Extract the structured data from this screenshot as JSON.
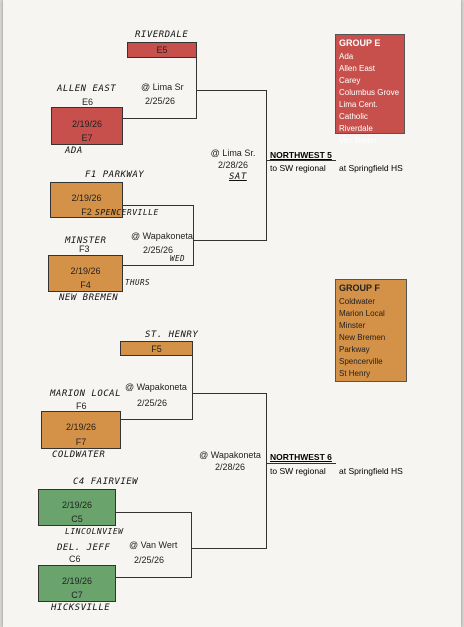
{
  "top": {
    "hand_riverdale": "RIVERDALE",
    "e5": "E5",
    "hand_allen_east": "ALLEN EAST",
    "e6": "E6",
    "e7_date": "2/19/26",
    "e7": "E7",
    "hand_ada": "ADA",
    "game1_site": "@ Lima Sr",
    "game1_date": "2/25/26",
    "hand_f1": "F1 PARKWAY",
    "f2_date": "2/19/26",
    "f2": "F2",
    "hand_spencerville": "SPENCERVILLE",
    "hand_minster": "MINSTER",
    "f3": "F3",
    "game2_site": "@ Wapakoneta",
    "game2_date": "2/25/26",
    "hand_wed": "WED",
    "f4_date": "2/19/26",
    "f4": "F4",
    "hand_thurs": "THURS",
    "hand_new_bremen": "NEW BREMEN",
    "semi_site": "@ Lima Sr.",
    "semi_date": "2/28/26",
    "hand_sat": "SAT",
    "region_title": "NORTHWEST 5",
    "region_sub": "to SW regional",
    "region_site": "at Springfield HS"
  },
  "groupE": {
    "title": "GROUP E",
    "items": [
      "Ada",
      "Allen East",
      "Carey",
      "Columbus Grove",
      "Lima Cent. Catholic",
      "Riverdale",
      "Van Buren"
    ]
  },
  "groupF": {
    "title": "GROUP F",
    "items": [
      "Coldwater",
      "Marion Local",
      "Minster",
      "New Bremen",
      "Parkway",
      "Spencerville",
      "St Henry"
    ]
  },
  "bottom": {
    "hand_st_henry": "ST. HENRY",
    "f5": "F5",
    "hand_marion_local": "MARION LOCAL",
    "f6": "F6",
    "f7_date": "2/19/26",
    "f7": "F7",
    "hand_coldwater": "COLDWATER",
    "game1_site": "@ Wapakoneta",
    "game1_date": "2/25/26",
    "hand_c4": "C4 FAIRVIEW",
    "c5_date": "2/19/26",
    "c5": "C5",
    "hand_lincolnview": "LINCOLNVIEW",
    "hand_del_jeff": "DEL. JEFF",
    "c6": "C6",
    "game2_site": "@ Van Wert",
    "game2_date": "2/25/26",
    "c7_date": "2/19/26",
    "c7": "C7",
    "hand_hicksville": "HICKSVILLE",
    "semi_site": "@ Wapakoneta",
    "semi_date": "2/28/26",
    "region_title": "NORTHWEST 6",
    "region_sub": "to SW regional",
    "region_site": "at Springfield HS"
  },
  "colors": {
    "red": "#c7504c",
    "orange": "#d49148",
    "green": "#6aa36c"
  }
}
